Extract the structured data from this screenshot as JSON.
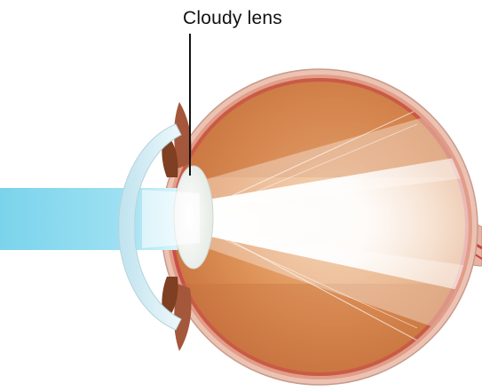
{
  "label": {
    "text": "Cloudy lens"
  },
  "parts": {
    "light_beam": "incoming-light",
    "lens": "cloudy-lens",
    "eyeball": "eyeball",
    "optic_nerve": "optic-nerve"
  },
  "colors": {
    "light_beam": "#7fd8ef",
    "sclera": "#e9b6a6",
    "vitreous": "#d98a52",
    "vitreous_light": "#efb07a",
    "retina_red": "#c9423c",
    "cornea": "#d8eef4",
    "lens": "#f4f6f4",
    "iris": "#8a4a2a",
    "scatter": "#ffffff"
  }
}
